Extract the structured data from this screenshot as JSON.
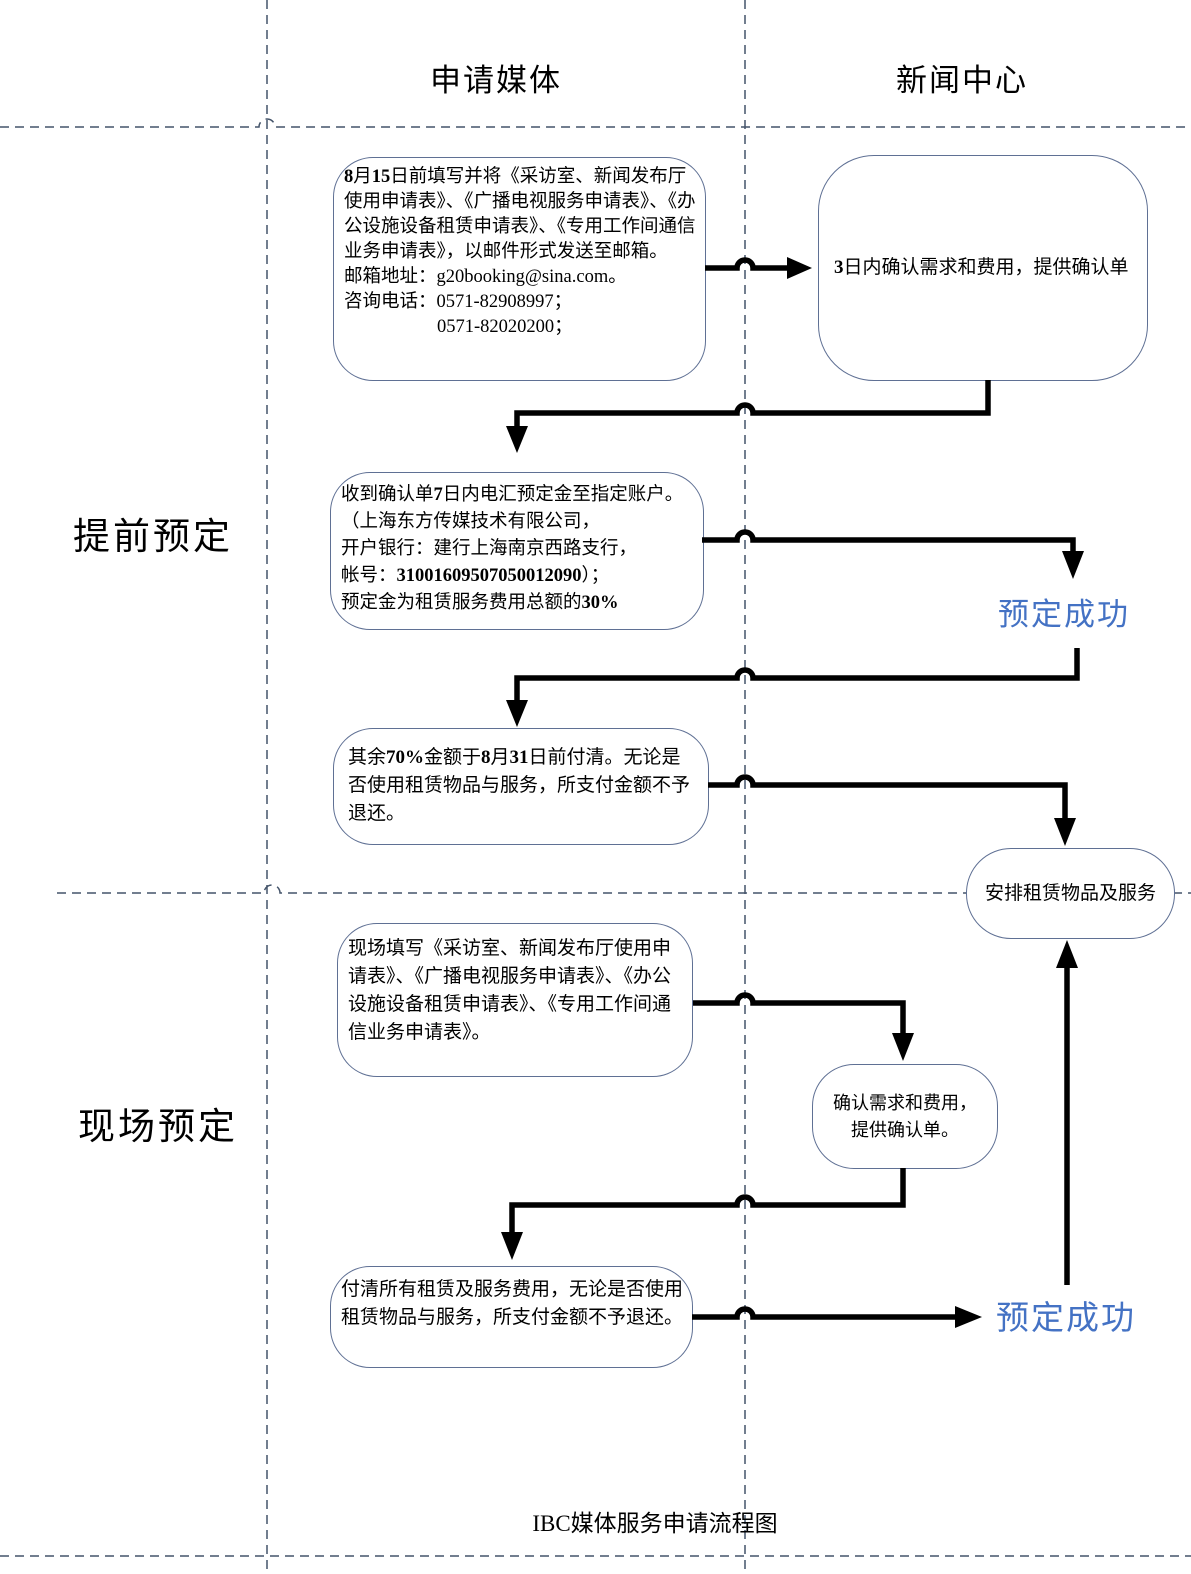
{
  "page_title": "IBC媒体服务申请流程图",
  "columns": {
    "media": "申请媒体",
    "news": "新闻中心"
  },
  "sections": {
    "advance": "提前预定",
    "onsite": "现场预定"
  },
  "colors": {
    "success_blue": "#4472c4",
    "box_border": "#5f7094",
    "dashed_divider": "#44546a",
    "connector_black": "#000000"
  },
  "advance": {
    "apply": {
      "d1": "8",
      "t1": "月",
      "d2": "15",
      "t2": "日前填写并将《采访室、新闻发布厅使用申请表》、《广播电视服务申请表》、《办公设施设备租赁申请表》、《专用工作间通信业务申请表》，以邮件形式发送至邮箱。",
      "email_line": "邮箱地址：g20booking@sina.com。",
      "phone_line1": "咨询电话：0571-82908997；",
      "phone_line2": "0571-82020200；"
    },
    "confirm": {
      "d": "3",
      "t": "日内确认需求和费用，提供确认单"
    },
    "deposit": {
      "l0a": "收到确认单",
      "l0b": "7",
      "l0c": "日内电汇预定金至指定账户。",
      "l1": "（上海东方传媒技术有限公司，",
      "l2": "开户银行：建行上海南京西路支行，",
      "l3a": "帐号：",
      "l3b": "31001609507050012090",
      "l3c": "）；",
      "l4a": "预定金为租赁服务费用总额的",
      "l4b": "30%"
    },
    "success": "预定成功",
    "balance": {
      "a": "其余",
      "b": "70%",
      "c": "金额于",
      "d": "8",
      "e": "月",
      "f": "31",
      "g": "日前付清。无论是否使用租赁物品与服务，所支付金额不予退还。"
    },
    "arrange": "安排租赁物品及服务"
  },
  "onsite": {
    "fill": "现场填写《采访室、新闻发布厅使用申请表》、《广播电视服务申请表》、《办公设施设备租赁申请表》、《专用工作间通信业务申请表》。",
    "confirm_l1": "确认需求和费用，",
    "confirm_l2": "提供确认单。",
    "pay": "付清所有租赁及服务费用，无论是否使用租赁物品与服务，所支付金额不予退还。",
    "success": "预定成功"
  }
}
